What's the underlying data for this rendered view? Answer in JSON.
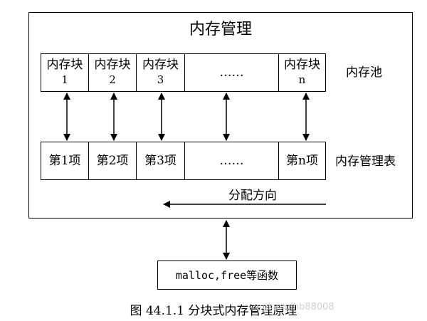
{
  "diagram": {
    "title": "内存管理",
    "memory_pool": {
      "label": "内存池",
      "blocks": [
        {
          "name": "内存块",
          "index": "1"
        },
        {
          "name": "内存块",
          "index": "2"
        },
        {
          "name": "内存块",
          "index": "3"
        },
        {
          "name": "……",
          "index": ""
        },
        {
          "name": "内存块",
          "index": "n"
        }
      ]
    },
    "management_table": {
      "label": "内存管理表",
      "items": [
        "第1项",
        "第2项",
        "第3项",
        "……",
        "第n项"
      ]
    },
    "allocation_direction": "分配方向",
    "api_box": "malloc,free等函数",
    "caption": "图 44.1.1 分块式内存管理原理",
    "watermark": "ngkanglhb88008"
  }
}
